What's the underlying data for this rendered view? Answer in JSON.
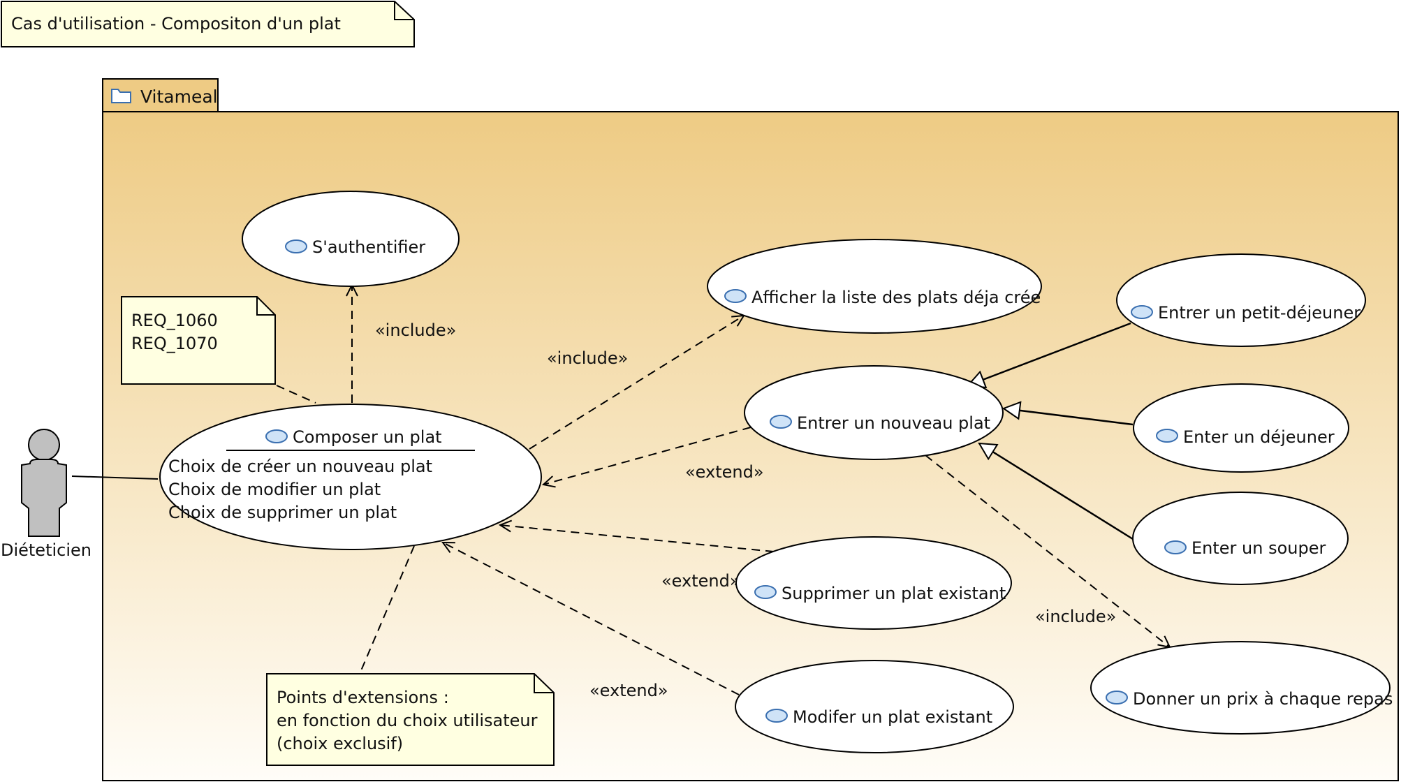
{
  "diagram": {
    "title_note": "Cas d'utilisation - Compositon d'un plat",
    "package": {
      "name": "Vitameal",
      "icon": "folder-icon",
      "colors": {
        "top": "#eecb84",
        "bottom": "#fffdf8"
      }
    },
    "actor": {
      "name": "Diéteticien",
      "icon": "person-icon"
    },
    "use_cases": {
      "authenticate": "S'authentifier",
      "compose": "Composer un plat",
      "compose_extension_points": [
        "Choix de créer un nouveau plat",
        "Choix de modifier un plat",
        "Choix de supprimer un plat"
      ],
      "list_plates": "Afficher la liste des plats déja crée",
      "new_plate": "Entrer un nouveau plat",
      "delete_plate": "Supprimer un plat existant",
      "modify_plate": "Modifer un plat existant",
      "breakfast": "Entrer un petit-déjeuner",
      "lunch": "Enter un déjeuner",
      "dinner": "Enter un souper",
      "price": "Donner un prix à chaque repas"
    },
    "notes": {
      "requirements": [
        "REQ_1060",
        "REQ_1070"
      ],
      "extension_points": [
        "Points d'extensions :",
        "en fonction du choix utilisateur",
        "(choix exclusif)"
      ]
    },
    "relations": {
      "include_auth": "«include»",
      "include_list": "«include»",
      "extend_new": "«extend»",
      "extend_delete": "«extend»",
      "extend_modify": "«extend»",
      "include_price": "«include»"
    },
    "colors": {
      "note_fill": "#ffffe1",
      "usecase_icon": "#cfe3f7",
      "actor_fill": "#c0c0c0"
    }
  }
}
